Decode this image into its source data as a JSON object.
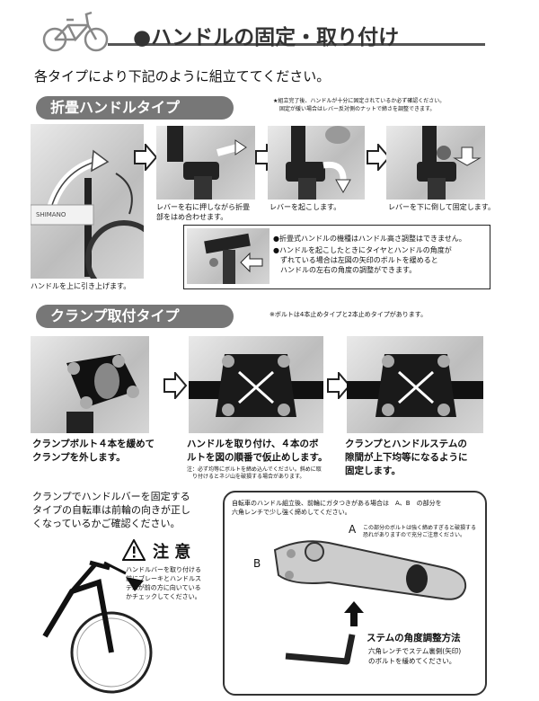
{
  "header": {
    "title": "●ハンドルの固定・取り付け",
    "intro": "各タイプにより下記のように組立ててください。"
  },
  "folding": {
    "label": "折畳ハンドルタイプ",
    "note_line1": "★組立完了後、ハンドルが十分に固定されているか必ず確認ください。",
    "note_line2": "固定が緩い場合はレバー反対側のナットで締さを調整できます。",
    "cap1": "ハンドルを上に引き上げます。",
    "cap2_line1": "レバーを右に押しながら折畳",
    "cap2_line2": "部をはめ合わせます。",
    "cap3": "レバーを起こします。",
    "cap4": "レバーを下に倒して固定します。",
    "info_line1": "●折畳式ハンドルの機種はハンドル高さ調整はできません。",
    "info_line2": "●ハンドルを起こしたときにタイヤとハンドルの角度が",
    "info_line3": "ずれている場合は左図の矢印のボルトを緩めると",
    "info_line4": "ハンドルの左右の角度の調整ができます。",
    "dial_text": "SHIMANO"
  },
  "clamp": {
    "label": "クランプ取付タイプ",
    "note": "※ボルトは4本止めタイプと2本止めタイプがあります。",
    "cap1_line1": "クランプボルト４本を緩めて",
    "cap1_line2": "クランプを外します。",
    "cap2_line1": "ハンドルを取り付け、４本のボ",
    "cap2_line2": "ルトを図の順番で仮止めします。",
    "cap2_note_line1": "注：必ず均等にボルトを締め込んでください。斜めに取",
    "cap2_note_line2": "り付けるとネジ山を破損する場合があります。",
    "cap3_line1": "クランプとハンドルステムの",
    "cap3_line2": "隙間が上下均等になるように",
    "cap3_line3": "固定します。"
  },
  "bottom": {
    "check_line1": "クランプでハンドルバーを固定する",
    "check_line2": "タイプの自転車は前輪の向きが正し",
    "check_line3": "くなっているかご確認ください。",
    "caution_title": "注 意",
    "caution_line1": "ハンドルバーを取り付ける",
    "caution_line2": "前にブレーキとハンドルス",
    "caution_line3": "テムが前の方に向いている",
    "caution_line4": "かチェックしてください。",
    "box_line1": "自転車のハンドル組立後、前輪にガタつきがある場合は　A、B　の部分を",
    "box_line2": "六角レンチで少し強く締めしてください。",
    "label_a": "A",
    "label_b": "B",
    "a_note_line1": "この部分のボルトは強く締めすぎると破損する",
    "a_note_line2": "恐れがありますので充分ご注意ください。",
    "stem_title": "ステムの角度調整方法",
    "stem_line1": "六角レンチでステム裏側(矢印)",
    "stem_line2": "のボルトを緩めてください。"
  }
}
